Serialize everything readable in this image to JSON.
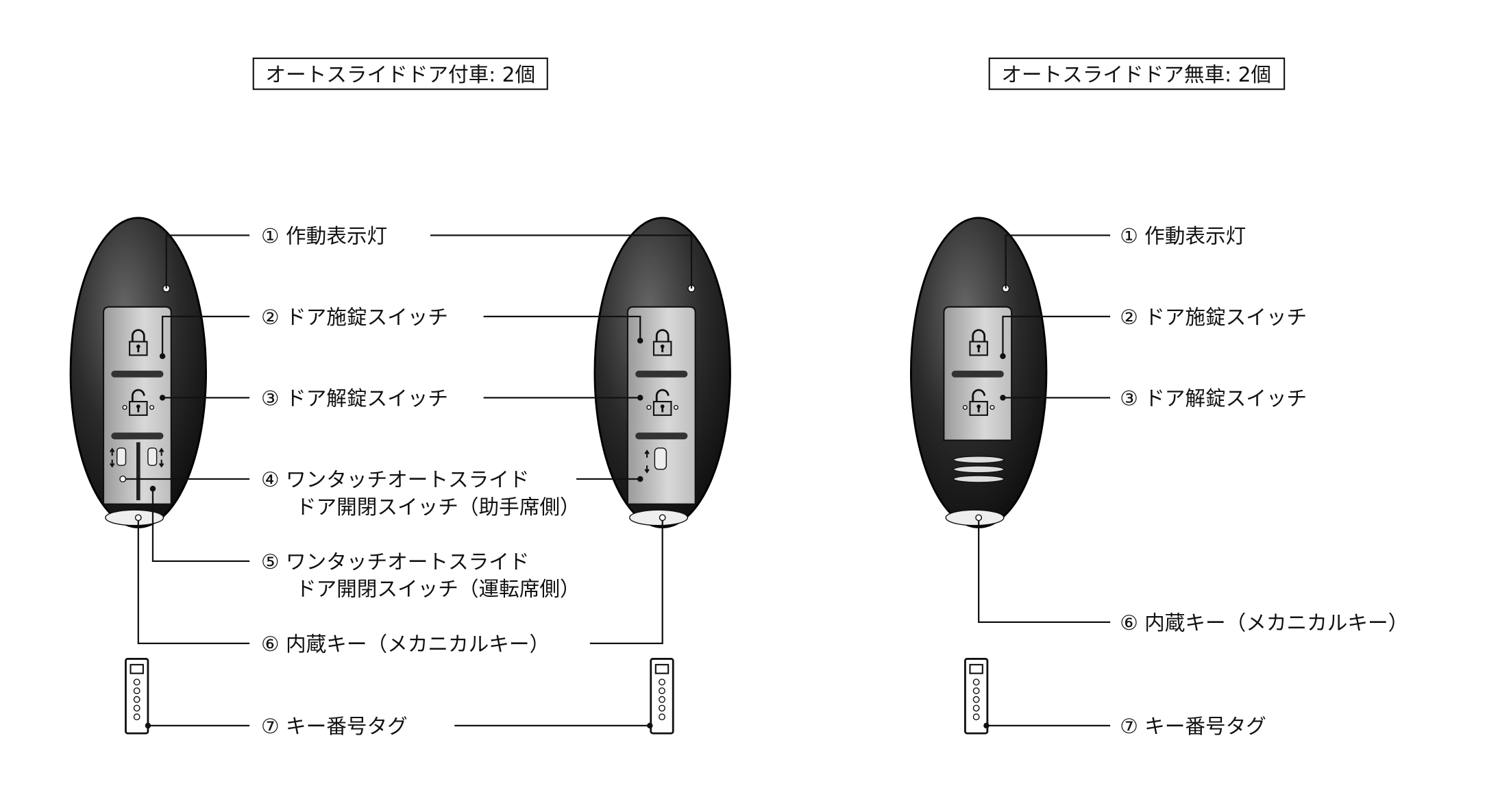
{
  "left_section": {
    "title": "オートスライドドア付車: 2個",
    "labels": {
      "l1": "① 作動表示灯",
      "l2": "② ドア施錠スイッチ",
      "l3": "③ ドア解錠スイッチ",
      "l4a": "④ ワンタッチオートスライド",
      "l4b": "ドア開閉スイッチ（助手席側）",
      "l5a": "⑤ ワンタッチオートスライド",
      "l5b": "ドア開閉スイッチ（運転席側）",
      "l6": "⑥ 内蔵キー（メカニカルキー）",
      "l7": "⑦ キー番号タグ"
    }
  },
  "right_section": {
    "title": "オートスライドドア無車: 2個",
    "labels": {
      "l1": "① 作動表示灯",
      "l2": "② ドア施錠スイッチ",
      "l3": "③ ドア解錠スイッチ",
      "l6": "⑥ 内蔵キー（メカニカルキー）",
      "l7": "⑦ キー番号タグ"
    }
  }
}
